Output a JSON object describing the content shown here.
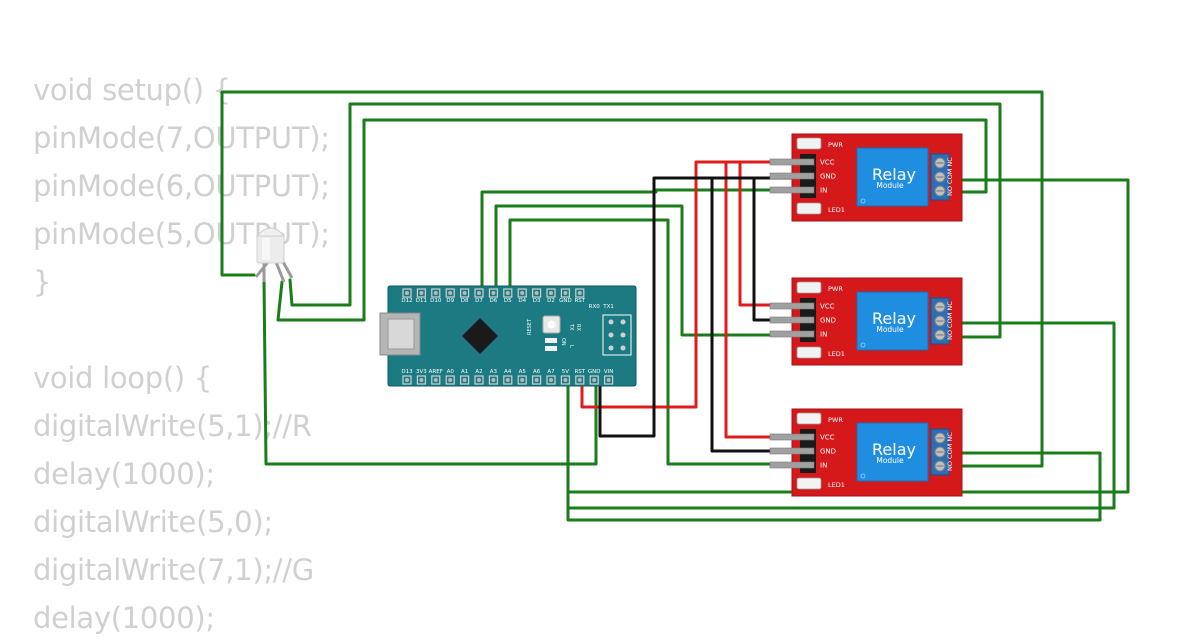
{
  "code_lines": [
    "void setup() {",
    "pinMode(7,OUTPUT);",
    "pinMode(6,OUTPUT);",
    "pinMode(5,OUTPUT);",
    "}",
    "",
    "void loop() {",
    "digitalWrite(5,1);//R",
    "delay(1000);",
    "digitalWrite(5,0);",
    "digitalWrite(7,1);//G",
    "delay(1000);"
  ],
  "arduino": {
    "top_pins": [
      "D12",
      "D11",
      "D10",
      "D9",
      "D8",
      "D7",
      "D6",
      "D5",
      "D4",
      "D3",
      "D2",
      "GND",
      "RST",
      "RX0",
      "TX1"
    ],
    "bottom_pins": [
      "D13",
      "3V3",
      "AREF",
      "A0",
      "A1",
      "A2",
      "A3",
      "A4",
      "A5",
      "A6",
      "A7",
      "5V",
      "RST",
      "GND",
      "VIN"
    ],
    "leds": [
      "TX",
      "RX",
      "ON",
      "L"
    ],
    "reset_label": "RESET"
  },
  "relays": [
    {
      "name": "Relay",
      "sub": "Module",
      "pins": [
        "VCC",
        "GND",
        "IN"
      ],
      "led_top": "PWR",
      "led_bottom": "LED1",
      "terminals": "NO COM NC"
    },
    {
      "name": "Relay",
      "sub": "Module",
      "pins": [
        "VCC",
        "GND",
        "IN"
      ],
      "led_top": "PWR",
      "led_bottom": "LED1",
      "terminals": "NO COM NC"
    },
    {
      "name": "Relay",
      "sub": "Module",
      "pins": [
        "VCC",
        "GND",
        "IN"
      ],
      "led_top": "PWR",
      "led_bottom": "LED1",
      "terminals": "NO COM NC"
    }
  ],
  "colors": {
    "wire_green": "#1a7d1a",
    "wire_red": "#e01b1b",
    "wire_black": "#111111",
    "board_teal": "#1b7a82",
    "relay_red": "#d5191b",
    "relay_blue": "#1f8ee0",
    "code_gray": "#d0d0d0"
  }
}
